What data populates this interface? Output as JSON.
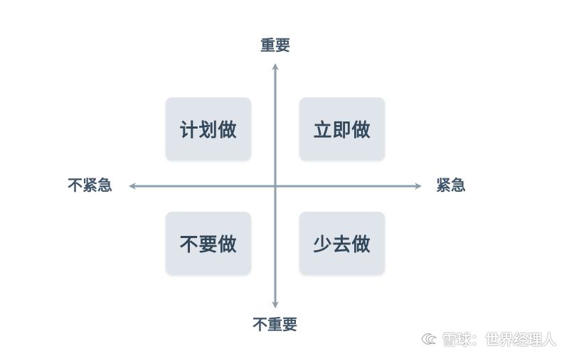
{
  "axes": {
    "top": "重要",
    "bottom": "不重要",
    "left": "不紧急",
    "right": "紧急"
  },
  "quadrants": {
    "top_left": "计划做",
    "top_right": "立即做",
    "bottom_left": "不要做",
    "bottom_right": "少去做"
  },
  "watermark": {
    "text": "雪球：世界经理人",
    "icon": "snowball-logo-icon"
  },
  "colors": {
    "axis": "#8e9eac",
    "label": "#41566b",
    "box_fill": "#dfe5ea",
    "box_text": "#33475a"
  }
}
